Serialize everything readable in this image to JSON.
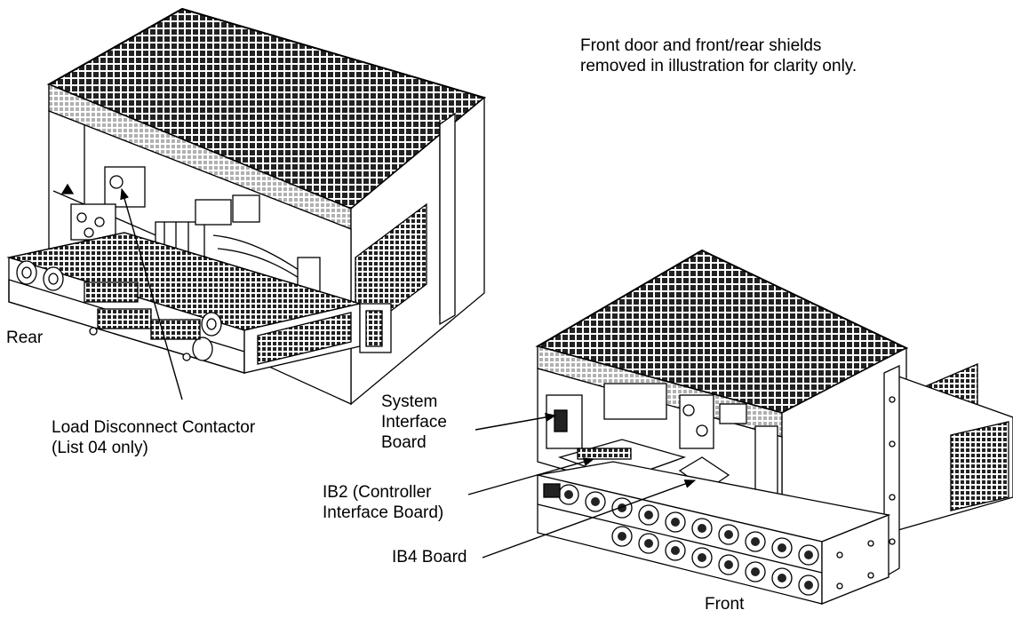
{
  "note": {
    "line1": "Front door and front/rear shields",
    "line2": "removed in illustration for clarity only."
  },
  "labels": {
    "rear": "Rear",
    "front": "Front",
    "load_disconnect": {
      "line1": "Load Disconnect Contactor",
      "line2": "(List 04 only)"
    },
    "system_interface": {
      "line1": "System",
      "line2": "Interface",
      "line3": "Board"
    },
    "ib2": {
      "line1": "IB2 (Controller",
      "line2": "Interface Board)"
    },
    "ib4": "IB4 Board"
  }
}
